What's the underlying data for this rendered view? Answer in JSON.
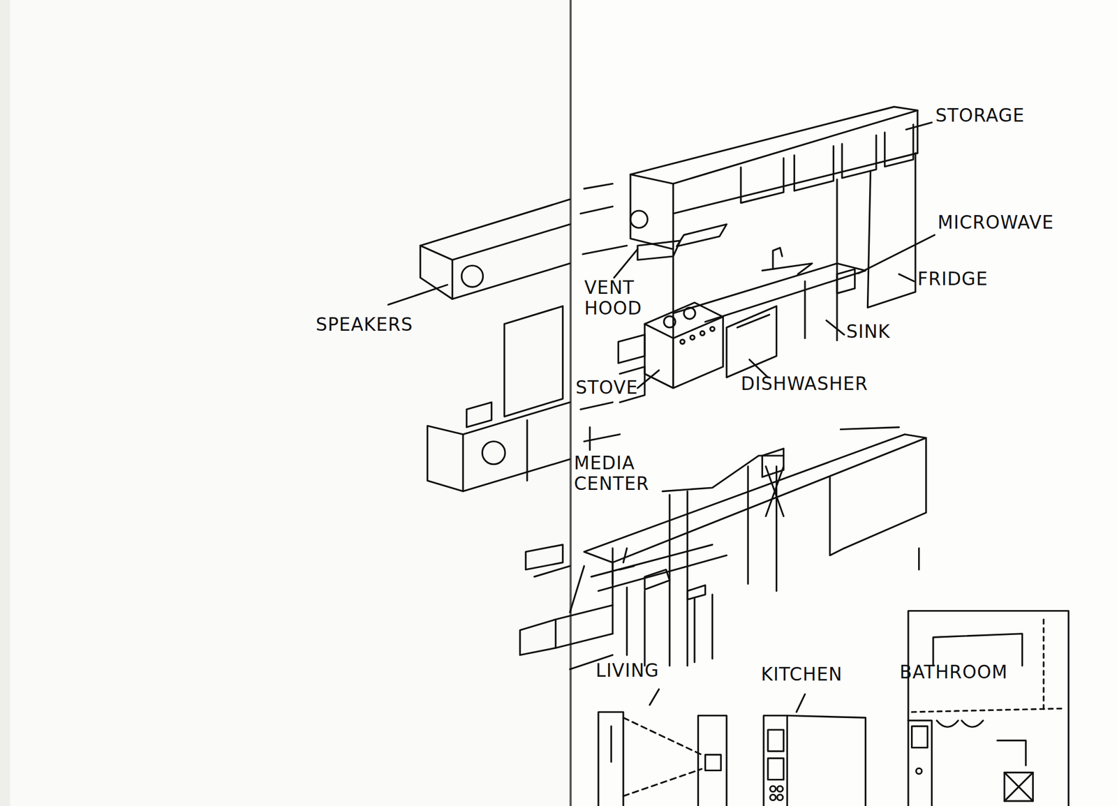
{
  "diagram": {
    "labels": [
      "STORAGE",
      "MICROWAVE",
      "FRIDGE",
      "SINK",
      "DISHWASHER",
      "VENT HOOD",
      "STOVE",
      "MEDIA CENTER",
      "SPEAKERS",
      "LIVING",
      "KITCHEN",
      "BATHROOM"
    ]
  }
}
